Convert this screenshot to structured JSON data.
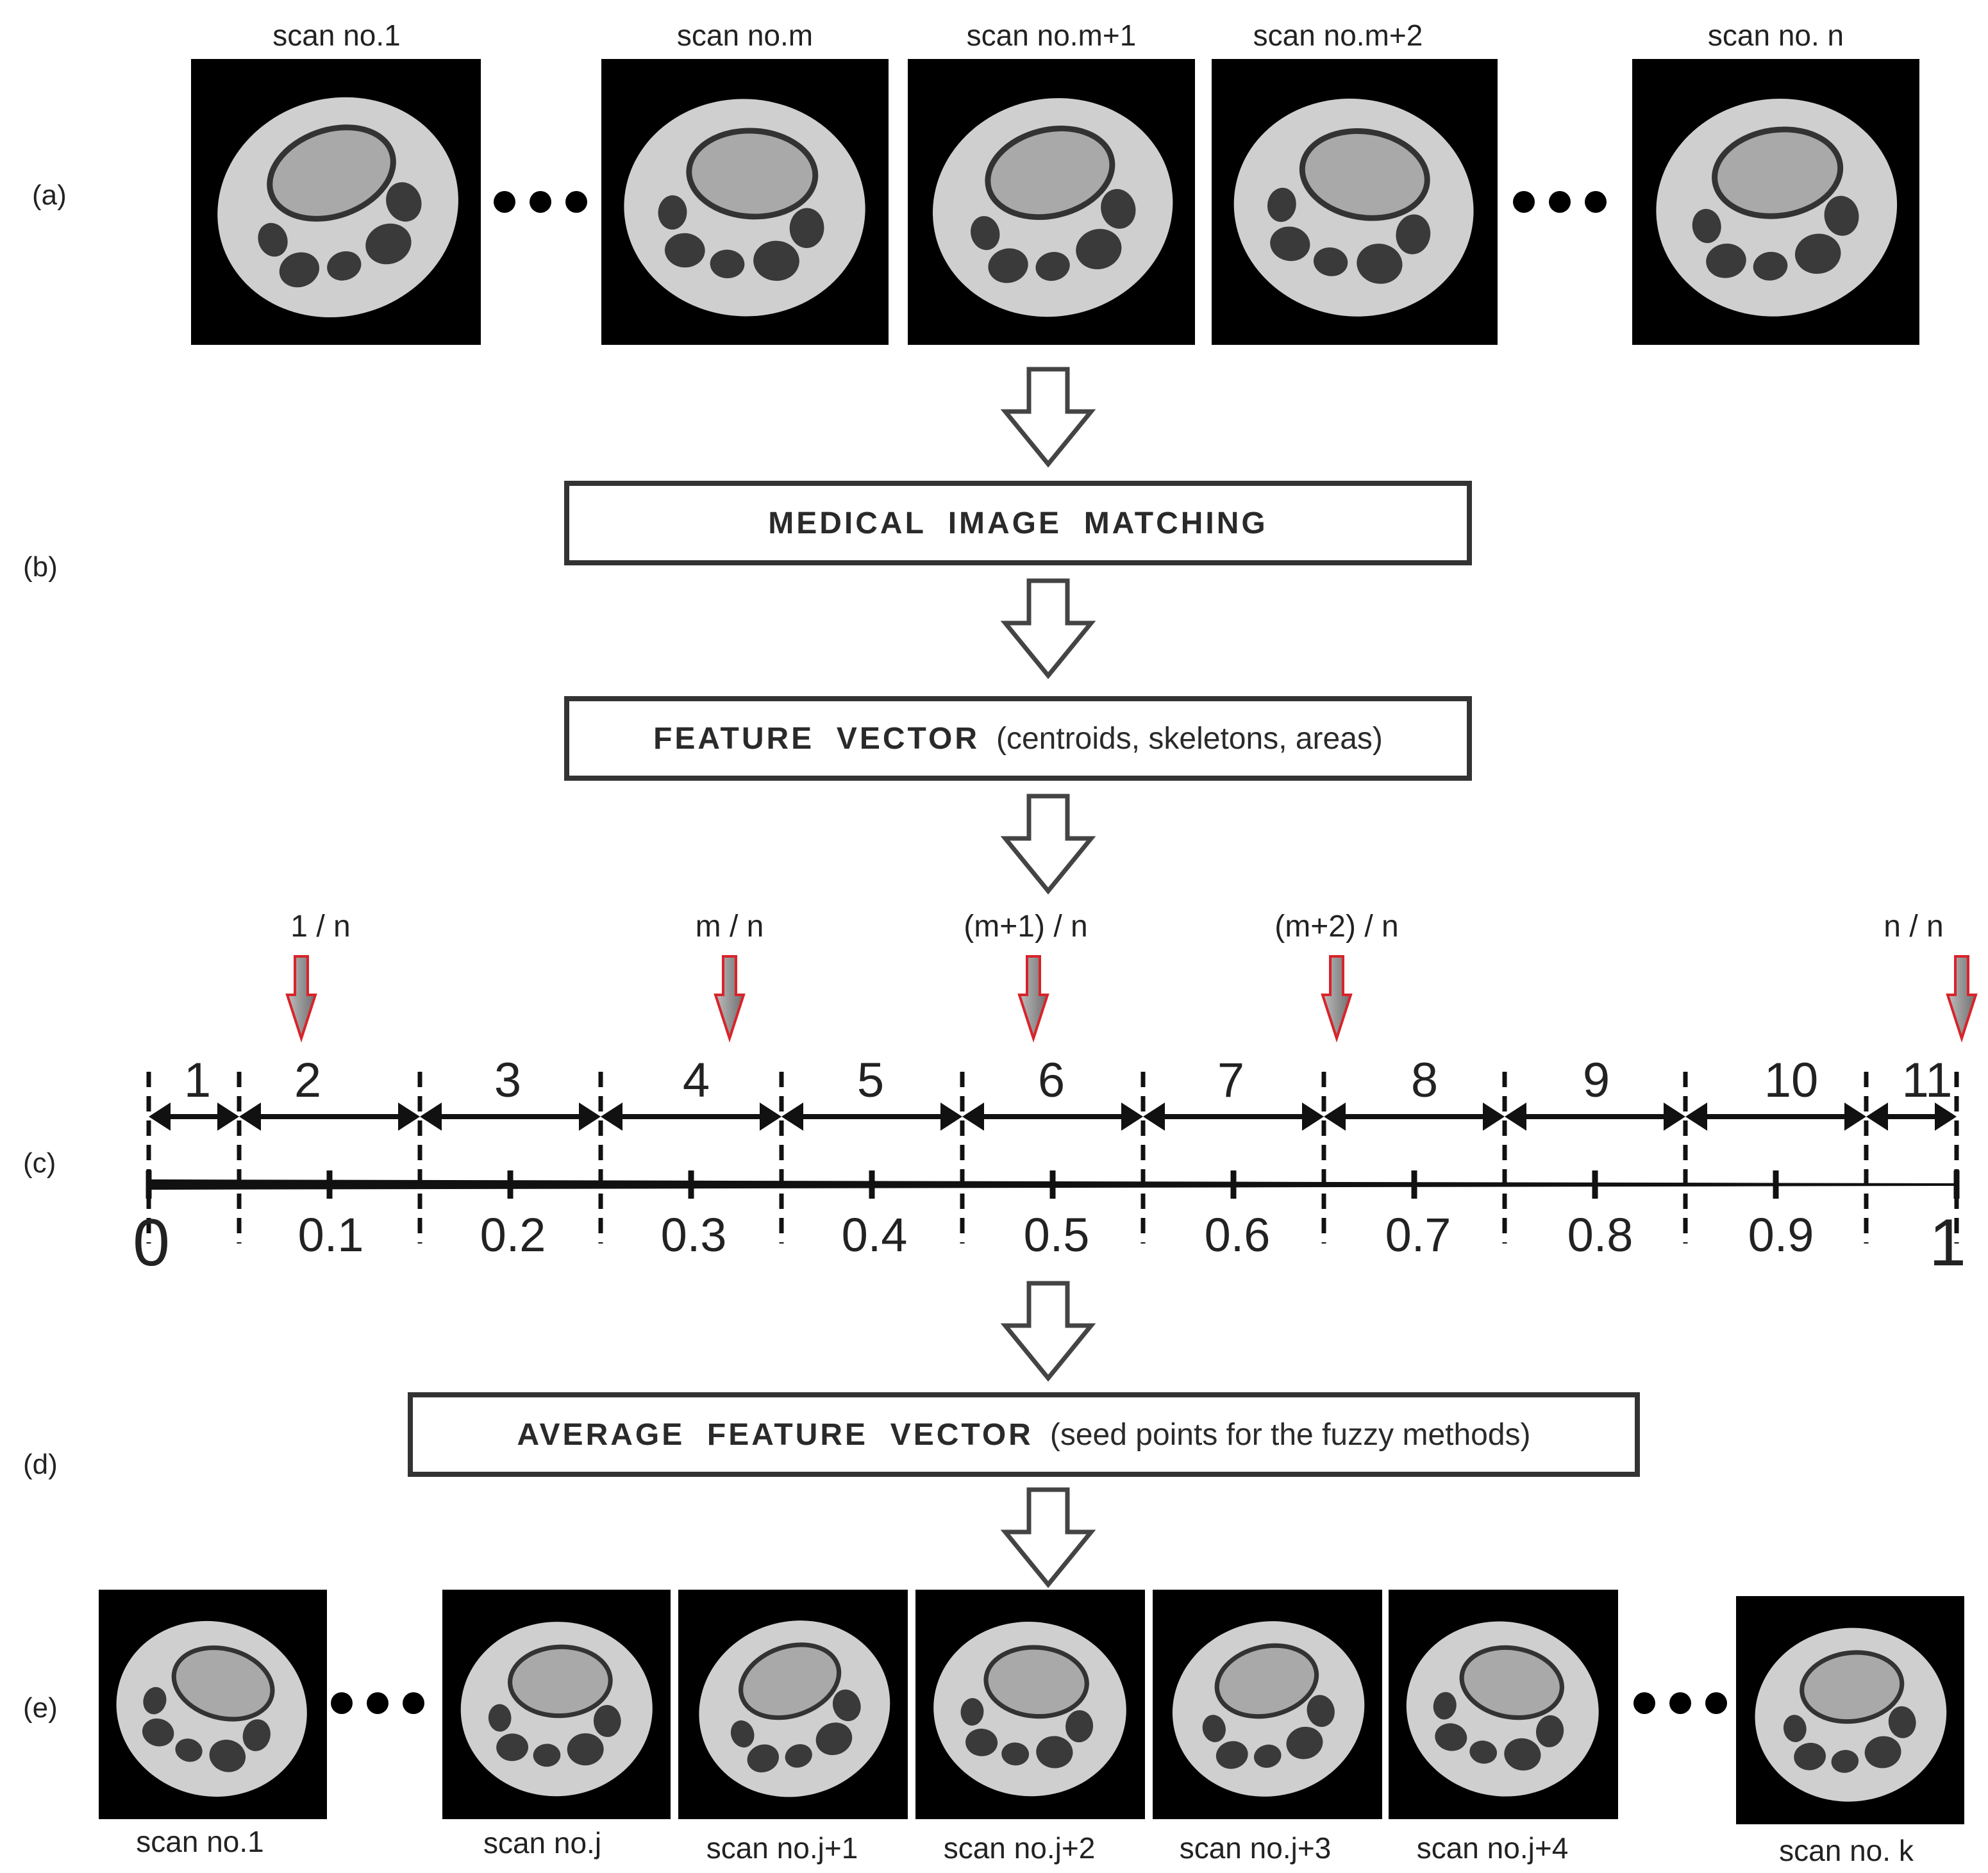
{
  "row_labels": [
    "(a)",
    "(b)",
    "(c)",
    "(d)",
    "(e)"
  ],
  "row_a": {
    "scans": [
      "scan no.1",
      "scan no.m",
      "scan no.m+1",
      "scan no.m+2",
      "scan no. n"
    ]
  },
  "row_b": {
    "box_bold": "MEDICAL  IMAGE  MATCHING",
    "box2_bold": "FEATURE  VECTOR",
    "box2_rest": "(centroids, skeletons, areas)"
  },
  "row_c": {
    "markers": [
      "1 / n",
      "m / n",
      "(m+1) / n",
      "(m+2) / n",
      "n / n"
    ],
    "interval_labels": [
      "1",
      "2",
      "3",
      "4",
      "5",
      "6",
      "7",
      "8",
      "9",
      "10",
      "11"
    ],
    "scale_labels": [
      "0",
      "0.1",
      "0.2",
      "0.3",
      "0.4",
      "0.5",
      "0.6",
      "0.7",
      "0.8",
      "0.9",
      "1"
    ],
    "marker_color": "#d9232a",
    "marker_fill": "#8a8a8a"
  },
  "row_d": {
    "box_bold": "AVERAGE  FEATURE  VECTOR",
    "box_rest": "(seed points for the fuzzy methods)"
  },
  "row_e": {
    "scans": [
      "scan no.1",
      "scan no.j",
      "scan no.j+1",
      "scan no.j+2",
      "scan no.j+3",
      "scan no.j+4",
      "scan no. k"
    ]
  },
  "icons": [
    "down-arrow-icon",
    "ellipsis-dots-icon",
    "red-marker-arrow-icon"
  ]
}
